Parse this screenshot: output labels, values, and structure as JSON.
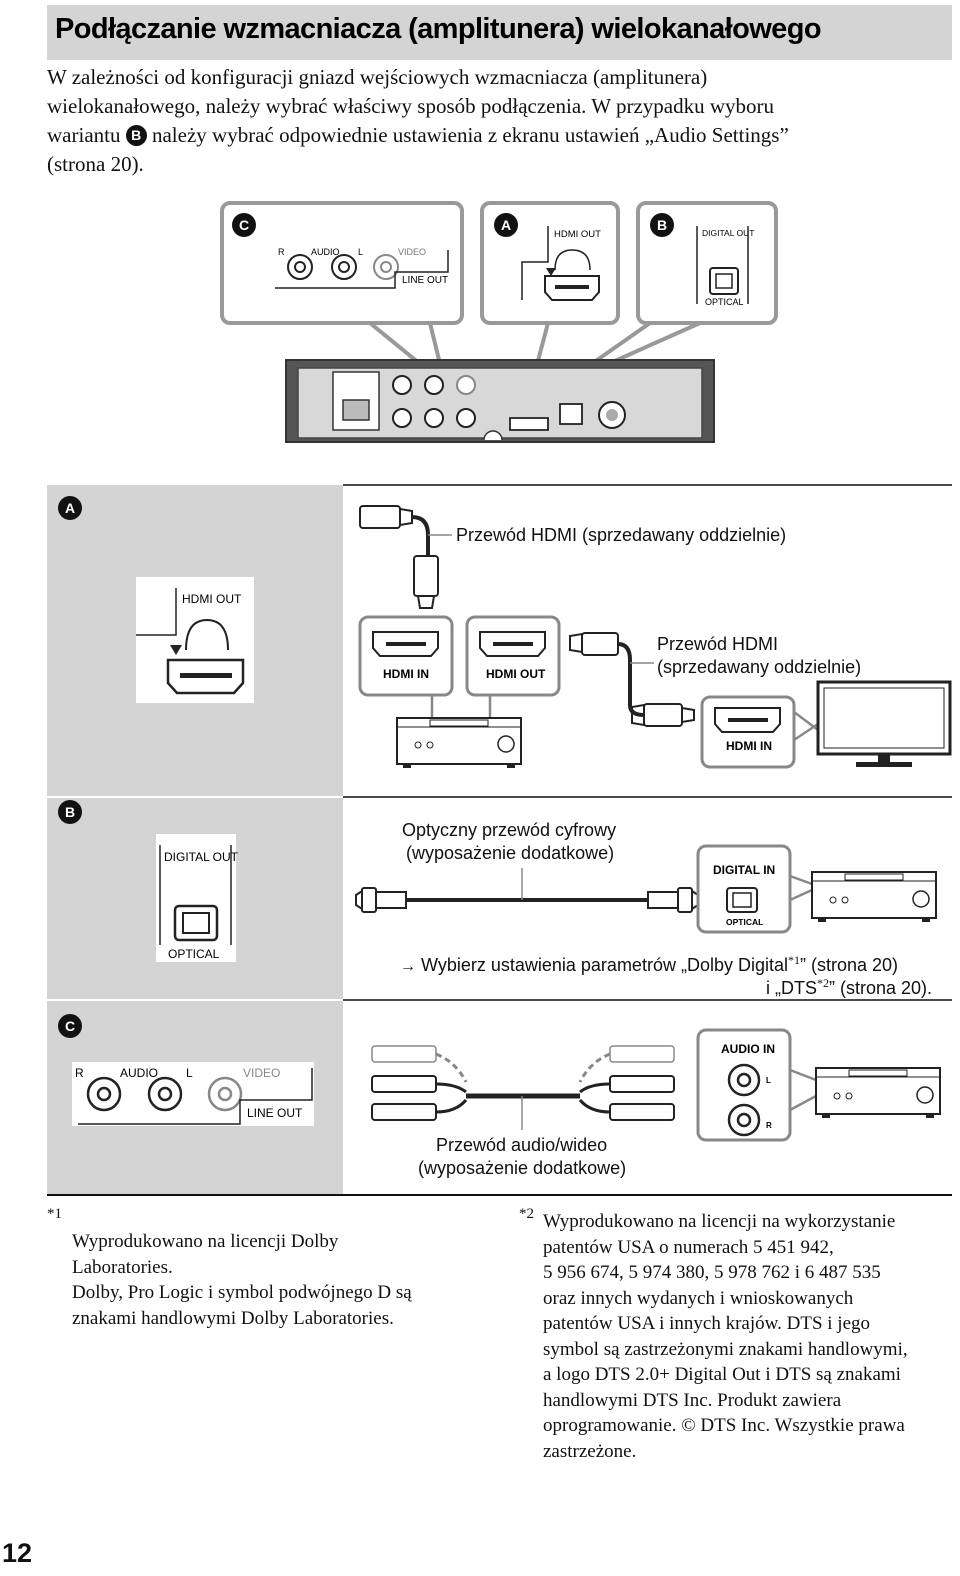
{
  "title": "Podłączanie wzmacniacza (amplitunera) wielokanałowego",
  "intro": {
    "line1": "W zależności od konfiguracji gniazd wejściowych wzmacniacza (amplitunera)",
    "line2": "wielokanałowego, należy wybrać właściwy sposób podłączenia. W przypadku wyboru",
    "line3_pre": "wariantu ",
    "line3_badge": "B",
    "line3_post": " należy wybrać odpowiednie ustawienia z ekranu ustawień „Audio Settings”",
    "line4": "(strona 20)."
  },
  "panel_labels": {
    "R": "R",
    "AUDIO": "AUDIO",
    "L": "L",
    "VIDEO": "VIDEO",
    "LINE_OUT": "LINE OUT",
    "HDMI_OUT": "HDMI OUT",
    "HDMI_IN": "HDMI IN",
    "DIGITAL_OUT": "DIGITAL OUT",
    "DIGITAL_IN": "DIGITAL IN",
    "OPTICAL": "OPTICAL",
    "AUDIO_IN": "AUDIO IN"
  },
  "badges": {
    "a": "A",
    "b": "B",
    "c": "C"
  },
  "section_a": {
    "cable1": "Przewód HDMI (sprzedawany oddzielnie)",
    "cable2_line1": "Przewód HDMI",
    "cable2_line2": "(sprzedawany oddzielnie)"
  },
  "section_b": {
    "cable_line1": "Optyczny przewód cyfrowy",
    "cable_line2": "(wyposażenie dodatkowe)",
    "note_arrow": "→",
    "note_line1_pre": "Wybierz ustawienia parametrów „Dolby Digital",
    "note_sup1": "*1",
    "note_line1_post": "” (strona 20)",
    "note_line2_pre": "i „DTS",
    "note_sup2": "*2",
    "note_line2_post": "” (strona 20)."
  },
  "section_c": {
    "cable_line1": "Przewód audio/wideo",
    "cable_line2": "(wyposażenie dodatkowe)"
  },
  "footnote1": {
    "mark": "*1",
    "lines": [
      "Wyprodukowano na licencji Dolby",
      "Laboratories.",
      "Dolby, Pro Logic i symbol podwójnego D są",
      "znakami handlowymi Dolby Laboratories."
    ]
  },
  "footnote2": {
    "mark": "*2",
    "lines": [
      "Wyprodukowano na licencji na wykorzystanie",
      "patentów USA o numerach 5 451 942,",
      "5 956 674, 5 974 380, 5 978 762 i 6 487 535",
      "oraz innych wydanych i wnioskowanych",
      "patentów USA i innych krajów. DTS i jego",
      "symbol są zastrzeżonymi znakami handlowymi,",
      "a logo DTS 2.0+ Digital Out i DTS są znakami",
      "handlowymi DTS Inc. Produkt zawiera",
      "oprogramowanie. © DTS Inc. Wszystkie prawa",
      "zastrzeżone."
    ]
  },
  "page_number": "12",
  "colors": {
    "title_bg": "#d4d4d4",
    "panel_bg": "#d4d4d4",
    "ink": "#111111"
  }
}
